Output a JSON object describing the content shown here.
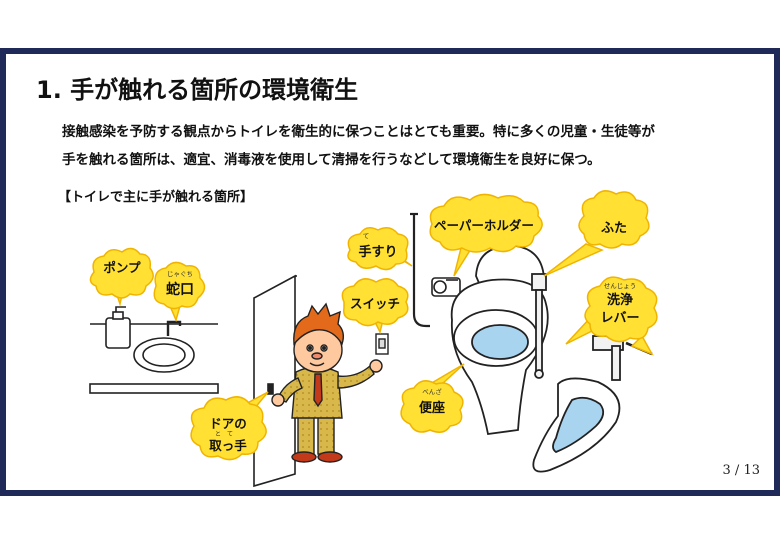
{
  "slide": {
    "title": "1. 手が触れる箇所の環境衛生",
    "paragraph_lines": [
      "接触感染を予防する観点からトイレを衛生的に保つことはとても重要。特に多くの児童・生徒等が",
      "手を触れる箇所は、適宜、消毒液を使用して清掃を行うなどして環境衛生を良好に保つ。"
    ],
    "subtitle": "【トイレで主に手が触れる箇所】",
    "page_number": "3 / 13"
  },
  "labels": {
    "pump": "ポンプ",
    "faucet": "蛇口",
    "faucet_ruby": "じゃぐち",
    "handrail": "手すり",
    "handrail_ruby": "て",
    "switch": "スイッチ",
    "paper_holder": "ペーパーホルダー",
    "lid": "ふた",
    "flush_lever_line1": "洗浄",
    "flush_lever_line2": "レバー",
    "flush_lever_ruby": "せんじょう",
    "seat": "便座",
    "seat_ruby": "べんざ",
    "door_handle_line1": "ドアの",
    "door_handle_line2": "取っ手",
    "door_handle_ruby": "と　て"
  },
  "colors": {
    "frame": "#1f2a58",
    "bubble_fill": "#ffe033",
    "bubble_stroke": "#f0b400",
    "line": "#222222",
    "water": "#a8d4f0",
    "character_suit": "#d8b84a",
    "character_hair": "#e26a1a",
    "character_face": "#ffc9a0"
  },
  "icons": [
    "sink-illustration",
    "door-illustration",
    "character-illustration",
    "toilet-illustration",
    "urinal-illustration",
    "handrail-illustration",
    "paper-holder-illustration",
    "flush-pipe-illustration"
  ]
}
